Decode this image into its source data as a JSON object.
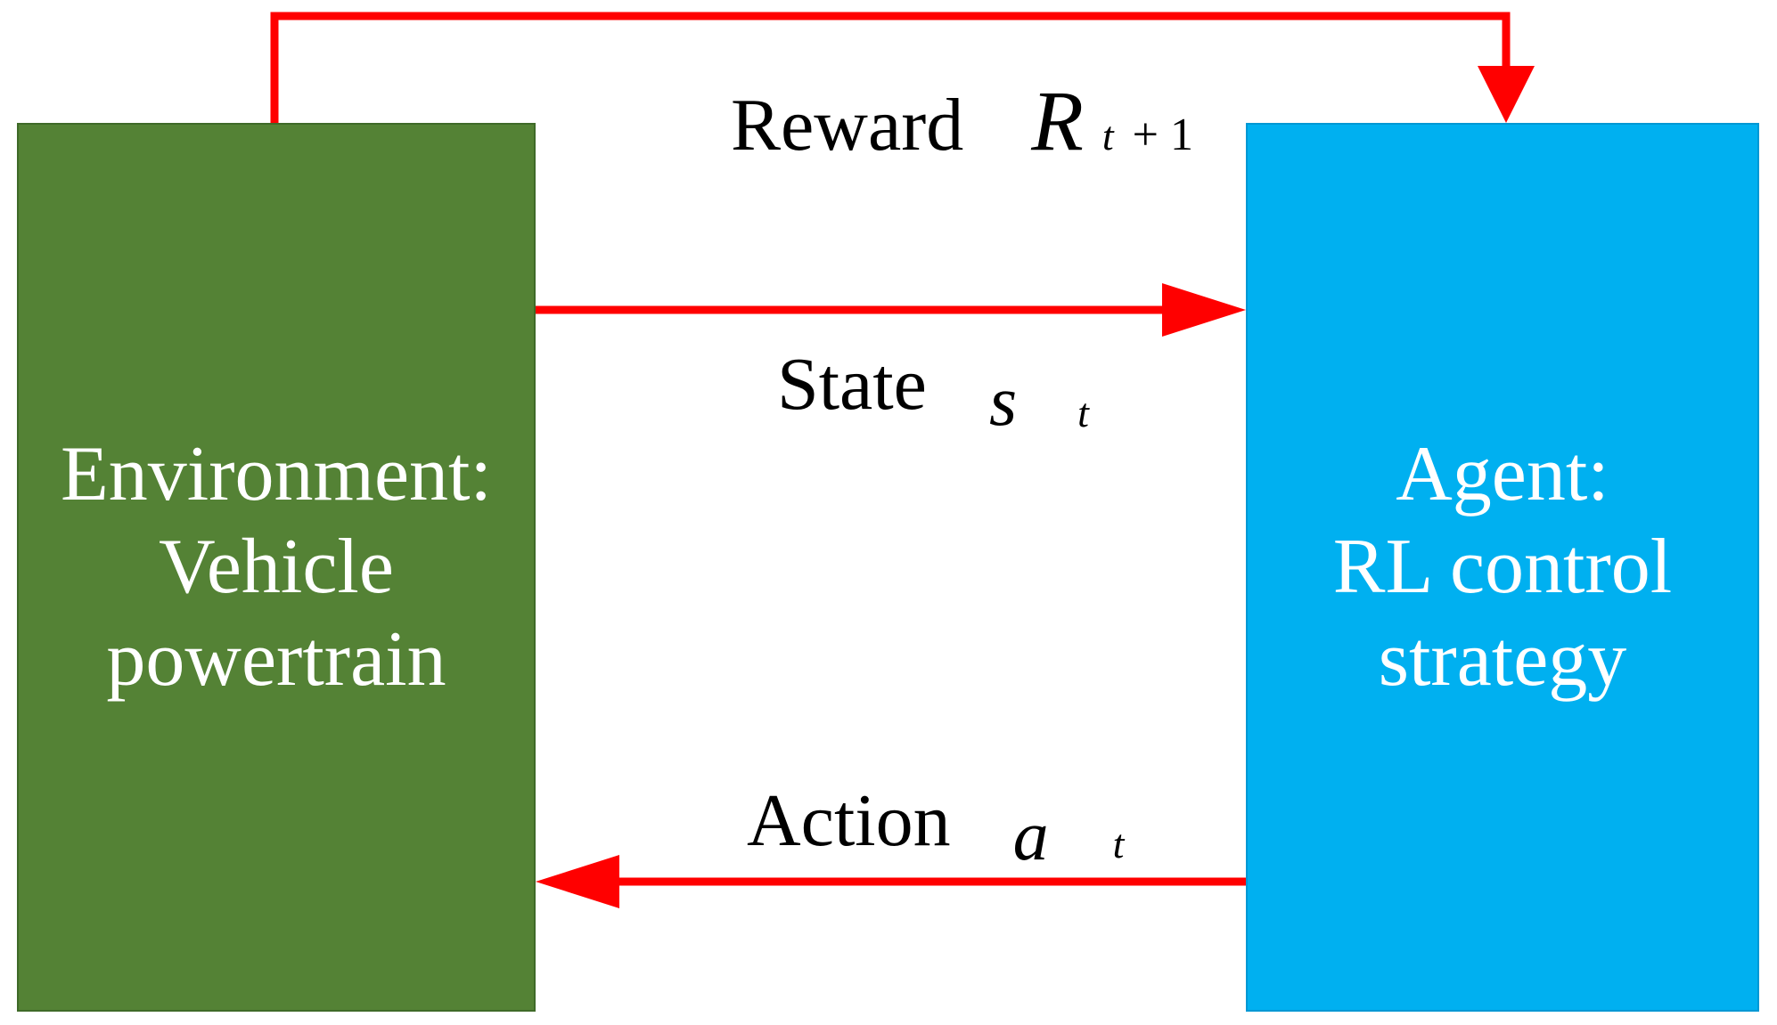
{
  "environment": {
    "lines": [
      "Environment:",
      "Vehicle",
      "powertrain"
    ]
  },
  "agent": {
    "lines": [
      "Agent:",
      "RL control",
      "strategy"
    ]
  },
  "reward": {
    "word": "Reward",
    "symbol": "R",
    "subscript": "t",
    "suffix": "+ 1"
  },
  "state": {
    "word": "State",
    "symbol": "s",
    "subscript": "t"
  },
  "action": {
    "word": "Action",
    "symbol": "a",
    "subscript": "t"
  },
  "colors": {
    "environment_fill": "#548235",
    "agent_fill": "#00b0f0",
    "arrow": "#ff0000",
    "box_text": "#ffffff",
    "label_text": "#000000"
  }
}
